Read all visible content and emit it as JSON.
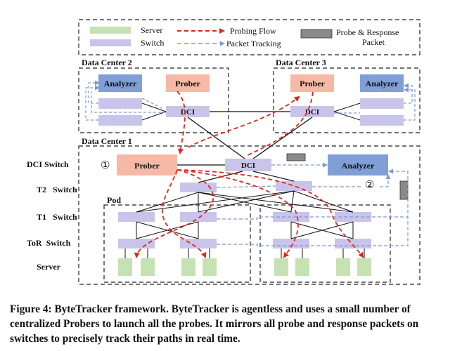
{
  "legend": {
    "server": "Server",
    "switch": "Switch",
    "probing_flow": "Probing Flow",
    "packet_tracking": "Packet Tracking",
    "probe_response_line1": "Probe & Response",
    "probe_response_line2": "Packet"
  },
  "data_centers": {
    "dc1": "Data Center 1",
    "dc2": "Data Center 2",
    "dc3": "Data Center 3"
  },
  "nodes": {
    "analyzer": "Analyzer",
    "prober": "Prober",
    "dci": "DCI"
  },
  "rows": {
    "dci_switch": "DCI Switch",
    "t2_switch": "T2   Switch",
    "t1_switch": "T1   Switch",
    "tor_switch": "ToR  Switch",
    "server": "Server"
  },
  "pod": "Pod",
  "markers": {
    "one": "①",
    "two": "②"
  },
  "caption": "Figure 4: ByteTracker framework. ByteTracker is agentless and uses a small number of centralized Probers to launch all the probes. It mirrors all probe and response packets on switches to precisely track their paths in real time.",
  "colors": {
    "server": "#c6e2b3",
    "switch": "#c9c4ea",
    "prober": "#f6b9a6",
    "analyzer": "#7f9fd6",
    "probing_flow": "#e3241b",
    "packet_tracking": "#7d9bd1",
    "packet": "#8a8a8a"
  }
}
